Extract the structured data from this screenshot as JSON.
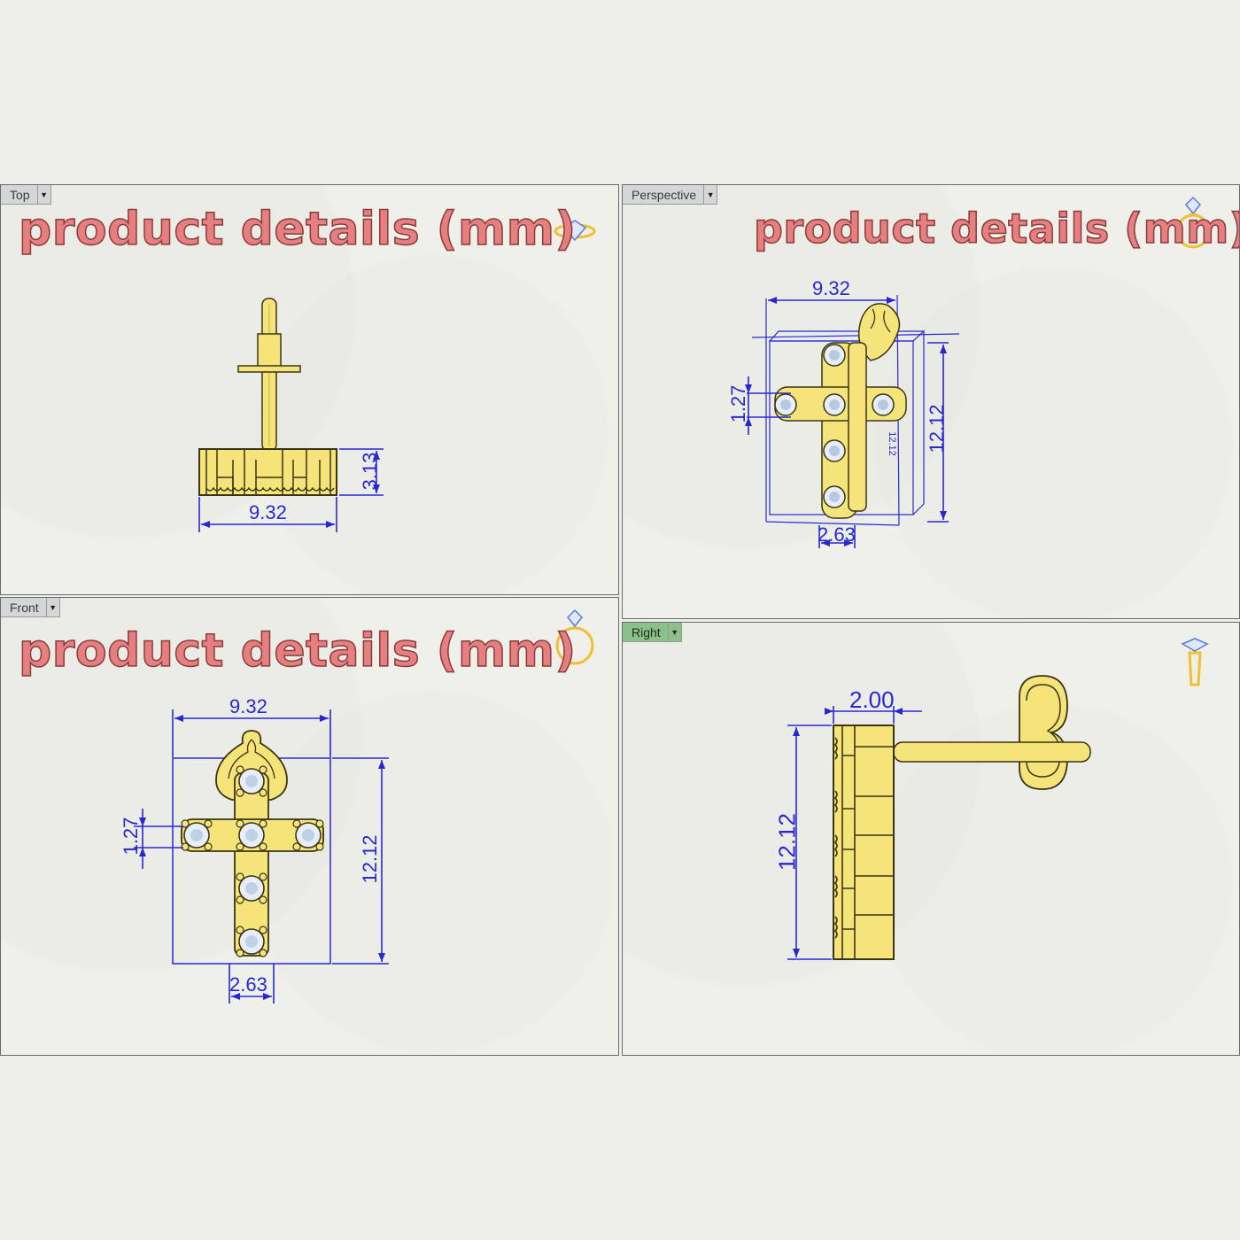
{
  "viewports": {
    "top": {
      "tab": "Top",
      "title": "product details (mm)",
      "width": "9.32",
      "depth": "3.13"
    },
    "perspective": {
      "tab": "Perspective",
      "title": "product details (mm)",
      "width": "9.32",
      "stone": "1.27",
      "height": "12.12",
      "inner_height": "12.12",
      "bottom": "2.63"
    },
    "front": {
      "tab": "Front",
      "title": "product details (mm)",
      "width": "9.32",
      "stone": "1.27",
      "height": "12.12",
      "bottom": "2.63"
    },
    "right": {
      "tab": "Right",
      "depth": "2.00",
      "height": "12.12"
    }
  },
  "icons": {
    "top": "ring-top-view-icon",
    "perspective": "ring-perspective-icon",
    "front": "ring-front-icon",
    "right": "ring-side-icon"
  },
  "colors": {
    "gold": "#f5e47a",
    "gold_outline": "#3a3414",
    "dimension": "#2828d0",
    "title": "#e68080",
    "active_tab": "#8cc08a"
  }
}
